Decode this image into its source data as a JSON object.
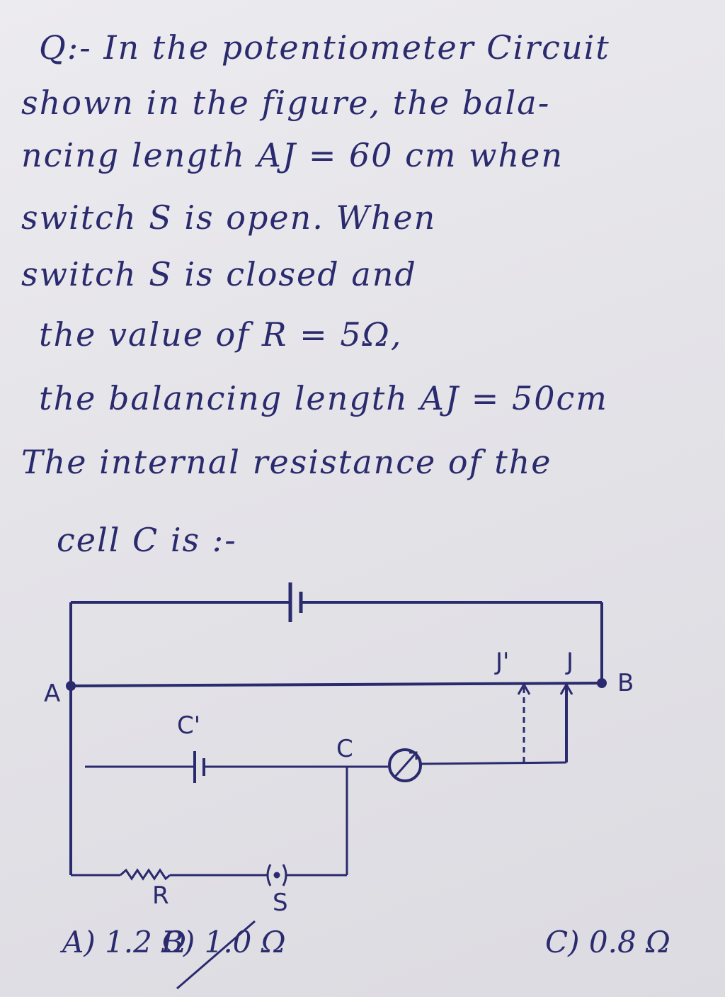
{
  "question": {
    "lines": [
      "Q:- In the potentiometer Circuit",
      "shown in the figure, the bala-",
      "ncing length AJ = 60 cm when",
      "switch S is open. When",
      "switch S is closed and",
      "the value of R = 5Ω,",
      "the balancing length AJ = 50cm",
      "The internal resistance of the",
      "cell C is :-"
    ]
  },
  "circuit": {
    "labels": {
      "A": "A",
      "B": "B",
      "J": "J",
      "J_prime": "J'",
      "C": "C",
      "C_prime": "C'",
      "R": "R",
      "S": "S"
    },
    "ink_color": "#2a2a6e"
  },
  "options": [
    {
      "label": "A) 1.2 Ω"
    },
    {
      "label": "B) 1.0 Ω",
      "marked": true
    },
    {
      "label": "C) 0.8 Ω"
    }
  ]
}
